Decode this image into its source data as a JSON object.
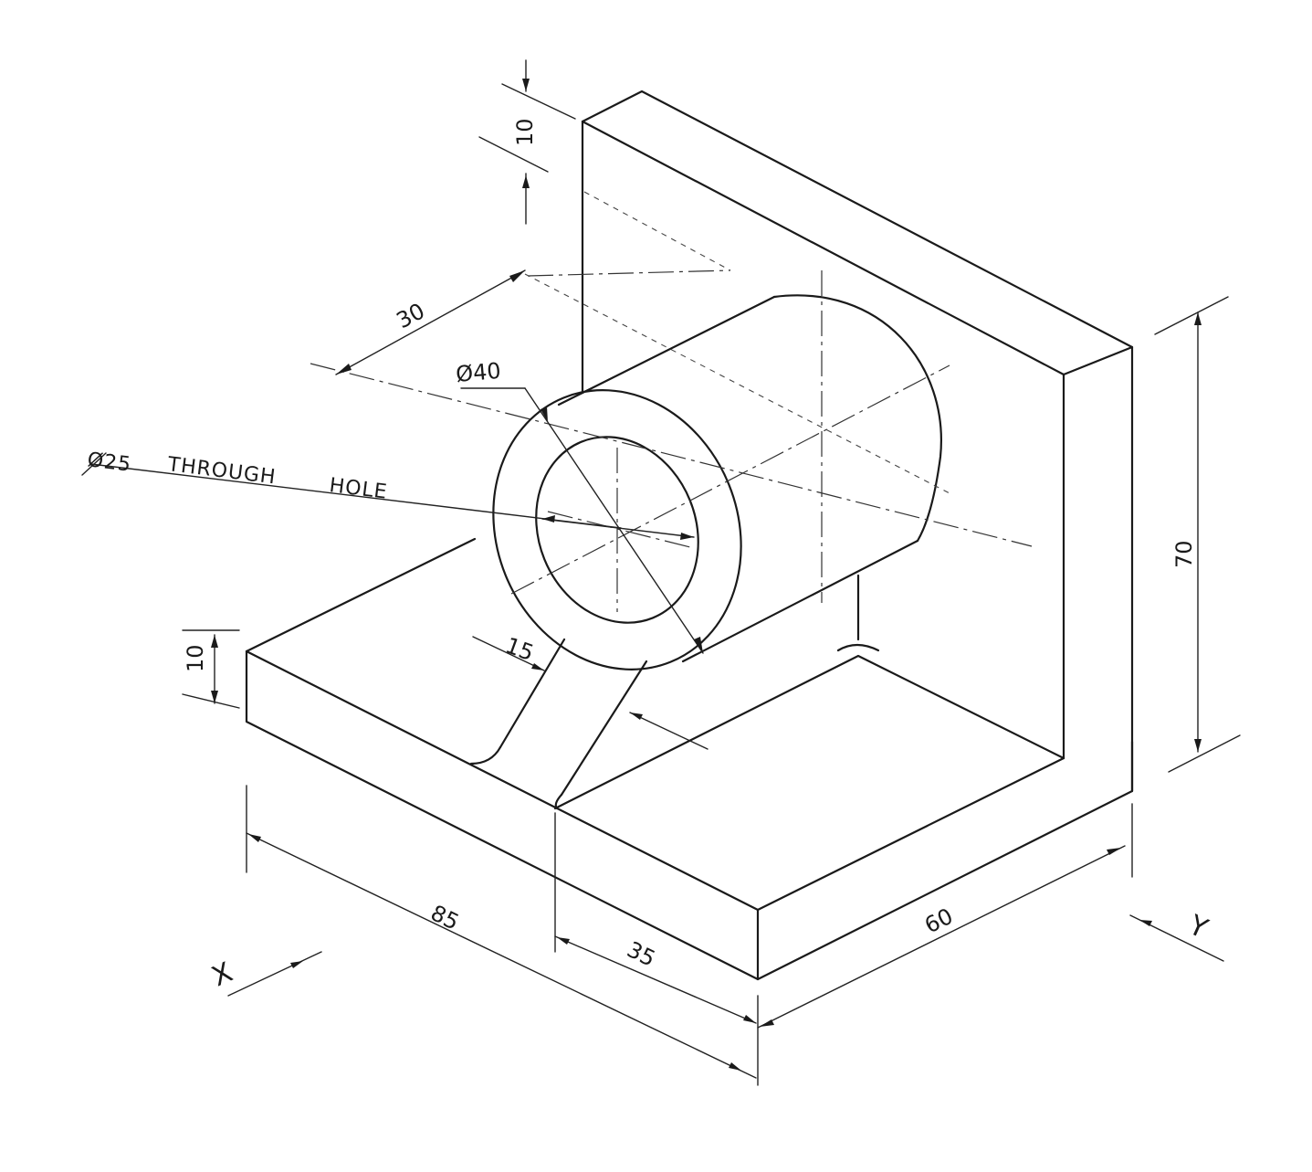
{
  "dimensions": {
    "base_length": "85",
    "base_width": "60",
    "base_thickness": "10",
    "upright_height": "70",
    "upright_thickness": "10",
    "boss_offset": "30",
    "boss_diameter": "Ø40",
    "rib_width": "15",
    "rib_position": "35"
  },
  "notes": {
    "hole_word_1": "Ø25",
    "hole_word_2": "THROUGH",
    "hole_word_3": "HOLE"
  },
  "axes": {
    "x_label": "X",
    "y_label": "Y"
  }
}
